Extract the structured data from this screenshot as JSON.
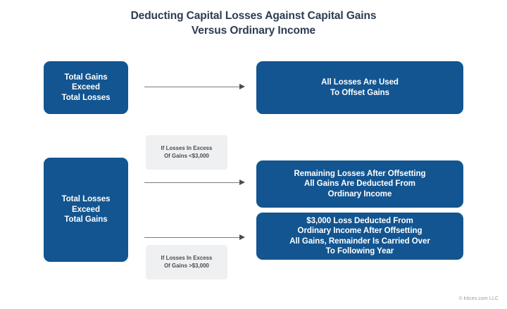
{
  "title": {
    "line1": "Deducting Capital Losses Against Capital Gains",
    "line2": "Versus Ordinary Income"
  },
  "nodes": {
    "gains_exceed_losses": {
      "line1": "Total Gains",
      "line2": "Exceed",
      "line3": "Total Losses"
    },
    "all_losses_offset": {
      "line1": "All Losses Are Used",
      "line2": "To Offset Gains"
    },
    "losses_exceed_gains": {
      "line1": "Total Losses",
      "line2": "Exceed",
      "line3": "Total Gains"
    },
    "remaining_losses": {
      "line1": "Remaining Losses After Offsetting",
      "line2": "All Gains Are Deducted From",
      "line3": "Ordinary Income"
    },
    "loss_deducted_3000": {
      "line1": "$3,000 Loss Deducted From",
      "line2": "Ordinary Income After Offsetting",
      "line3": "All Gains, Remainder Is Carried Over",
      "line4": "To Following Year"
    }
  },
  "labels": {
    "under_3000": {
      "line1": "If Losses In Excess",
      "line2": "Of Gains <$3,000"
    },
    "over_3000": {
      "line1": "If Losses In Excess",
      "line2": "Of Gains >$3,000"
    }
  },
  "credit": "© kitces.com LLC",
  "colors": {
    "node_blue": "#135590",
    "title_text": "#2c3c51",
    "chip_background": "#eff0f2",
    "chip_text": "#4a4a4a",
    "arrow": "#7b7b7b",
    "page_background": "#ffffff"
  }
}
